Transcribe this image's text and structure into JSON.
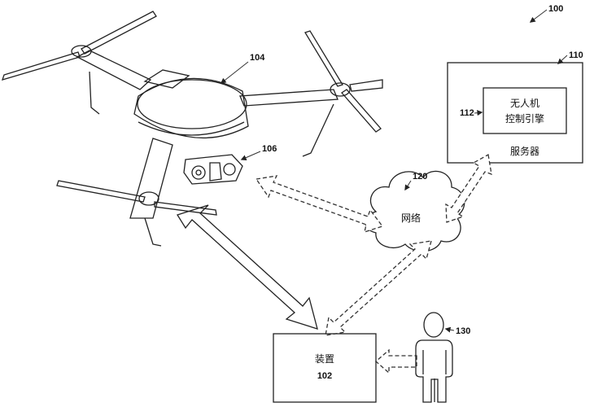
{
  "figure": {
    "ref": "100"
  },
  "uav": {
    "ref": "104",
    "camera_ref": "106"
  },
  "server": {
    "ref": "110",
    "label": "服务器",
    "engine": {
      "ref": "112",
      "line1": "无人机",
      "line2": "控制引擎"
    }
  },
  "network": {
    "ref": "120",
    "label": "网络"
  },
  "device": {
    "label": "装置",
    "ref": "102"
  },
  "user": {
    "ref": "130"
  }
}
